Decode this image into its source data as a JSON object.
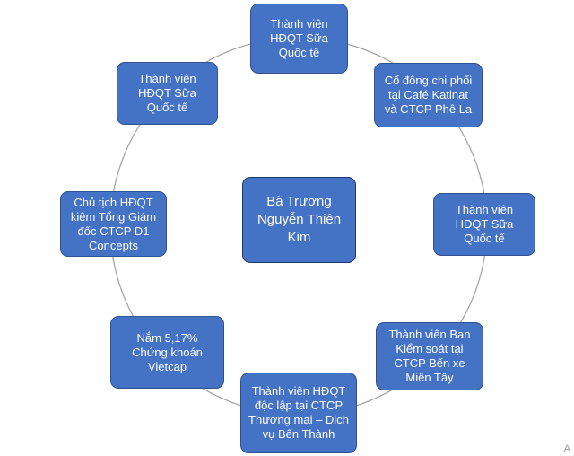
{
  "diagram": {
    "center": "Bà Trương Nguyễn Thiên Kim",
    "nodes": {
      "top": "Thành viên HĐQT Sữa Quốc tế",
      "top_right": "Cổ đông chi phối tại Café Katinat và CTCP Phê La",
      "right": "Thành viên HĐQT Sữa Quốc tế",
      "bottom_right": "Thành viên Ban Kiểm soát tại CTCP Bến xe Miền Tây",
      "bottom": "Thành viên HĐQT độc lập tại CTCP Thương mại – Dịch vụ Bến Thành",
      "bottom_left": "Nắm 5,17% Chứng khoán Vietcap",
      "left": "Chủ tịch HĐQT kiêm Tổng Giám đốc CTCP D1 Concepts",
      "top_left": "Thành viên HĐQT Sữa Quốc tế"
    },
    "colors": {
      "node_fill": "#4472c4",
      "node_border": "#2f528f",
      "ring": "#a6a6a6",
      "text": "#ffffff"
    }
  },
  "corner_mark": "A"
}
